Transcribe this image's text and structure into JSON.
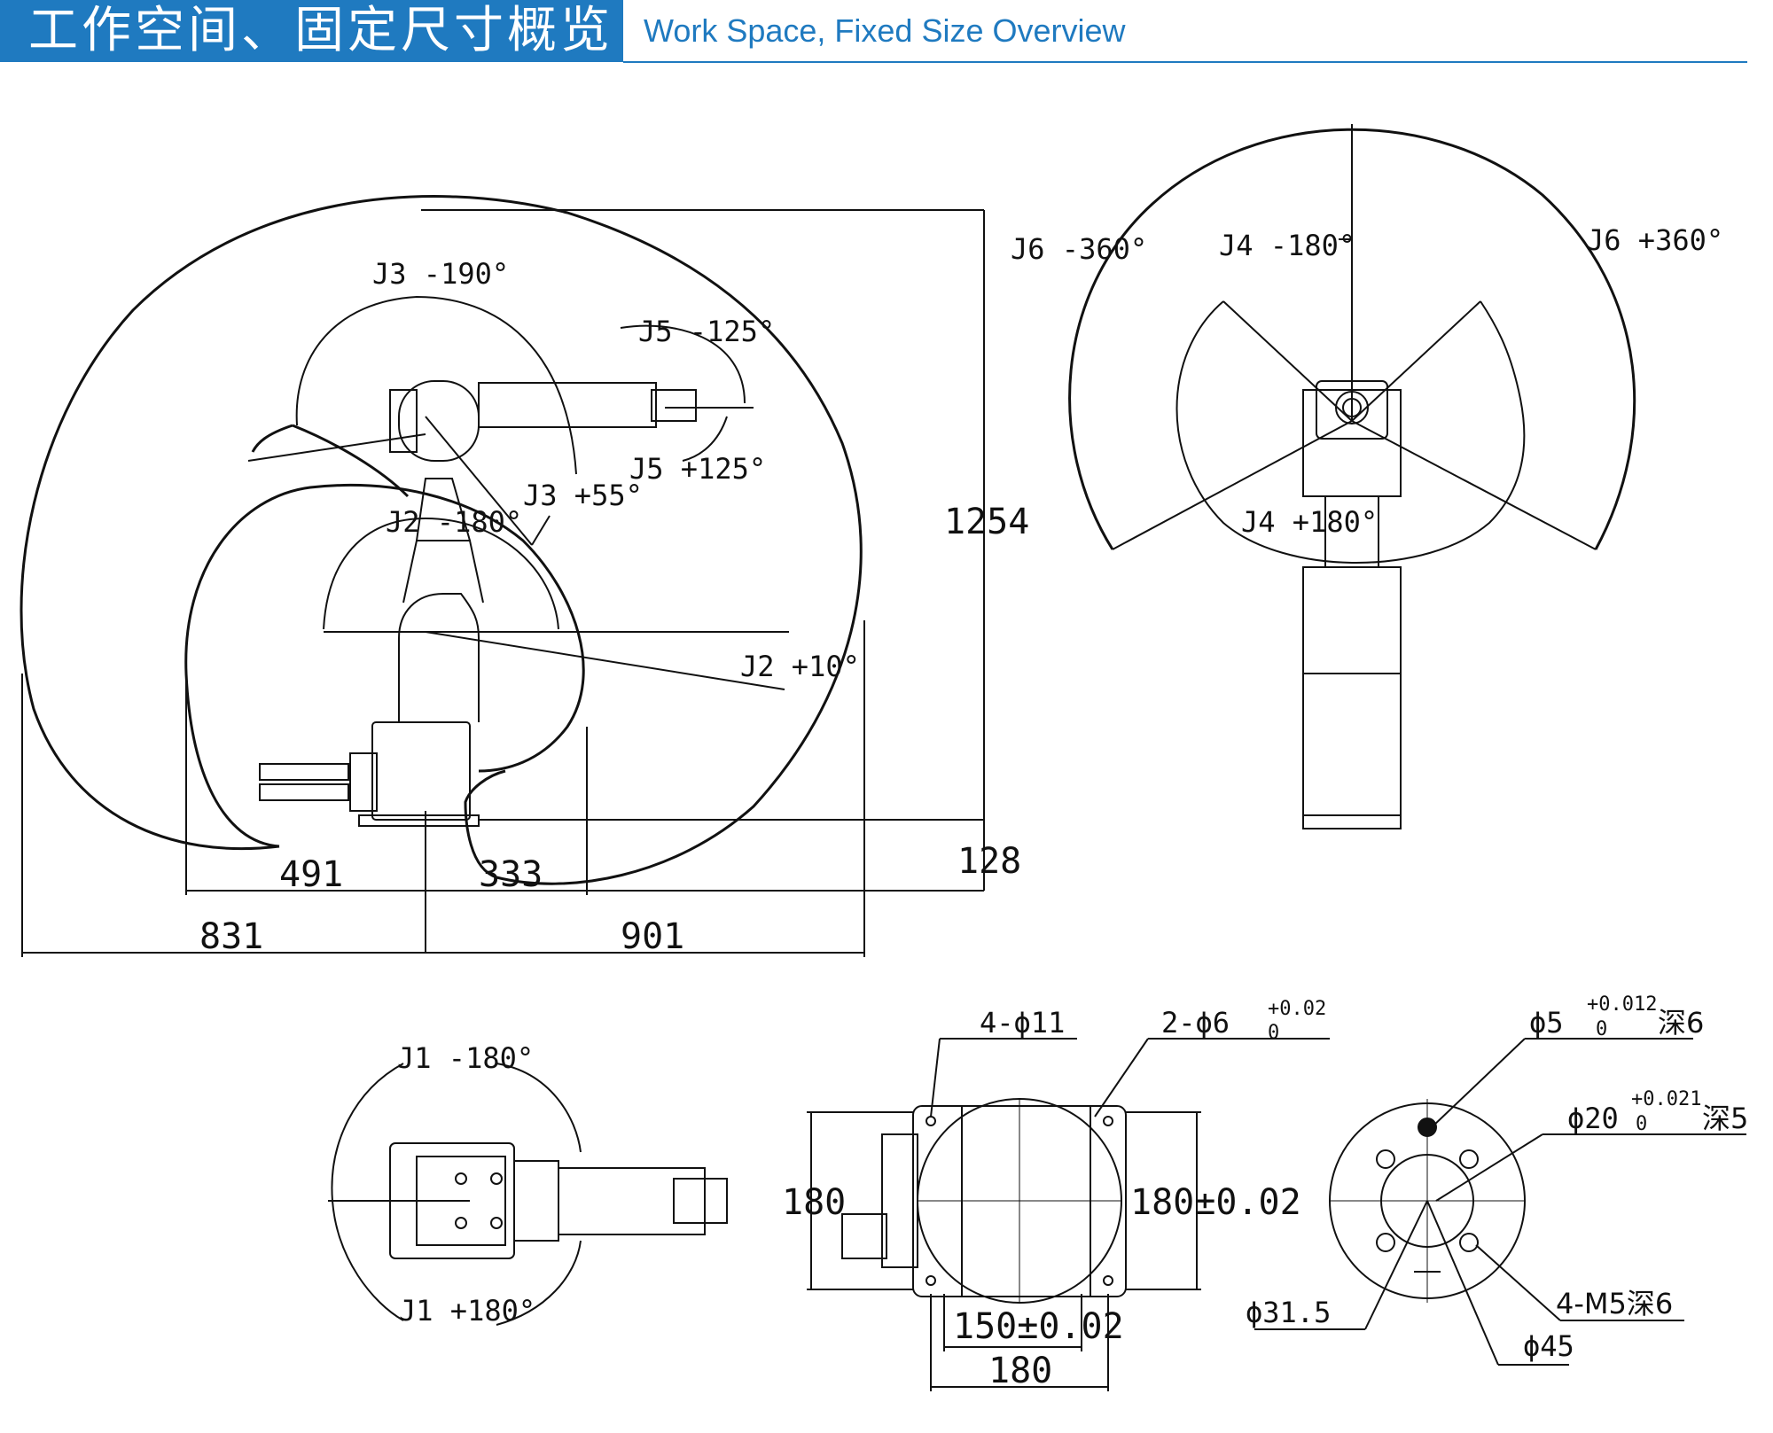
{
  "header": {
    "title_cn": "工作空间、固定尺寸概览",
    "title_en": "Work Space, Fixed Size Overview",
    "accent_color": "#1f7ac0"
  },
  "side_view": {
    "labels": {
      "j3_neg": "J3 -190°",
      "j3_pos": "J3 +55°",
      "j5_neg": "J5 -125°",
      "j5_pos": "J5 +125°",
      "j2_neg": "J2 -180°",
      "j2_pos": "J2 +10°"
    },
    "dims": {
      "height": "1254",
      "base_height": "128",
      "d491": "491",
      "d333": "333",
      "d831": "831",
      "d901": "901"
    }
  },
  "end_view": {
    "labels": {
      "j6_neg": "J6 -360°",
      "j6_pos": "J6 +360°",
      "j4_neg": "J4 -180°",
      "j4_pos": "J4 +180°"
    }
  },
  "top_view": {
    "labels": {
      "j1_neg": "J1 -180°",
      "j1_pos": "J1 +180°"
    }
  },
  "base_plate": {
    "labels": {
      "holes": "4-ϕ11",
      "pins": "2-ϕ6",
      "pins_tol_upper": "+0.02",
      "pins_tol_lower": "0",
      "height": "180",
      "height_tol": "180±0.02",
      "pitch": "150±0.02",
      "width": "180"
    }
  },
  "flange": {
    "labels": {
      "pin_hole": "ϕ5",
      "pin_tol_upper": "+0.012",
      "pin_tol_lower": "0",
      "pin_depth": "深6",
      "bore": "ϕ20",
      "bore_tol_upper": "+0.021",
      "bore_tol_lower": "0",
      "bore_depth": "深5",
      "thread": "4-M5深6",
      "pcd": "ϕ31.5",
      "outer": "ϕ45"
    }
  }
}
